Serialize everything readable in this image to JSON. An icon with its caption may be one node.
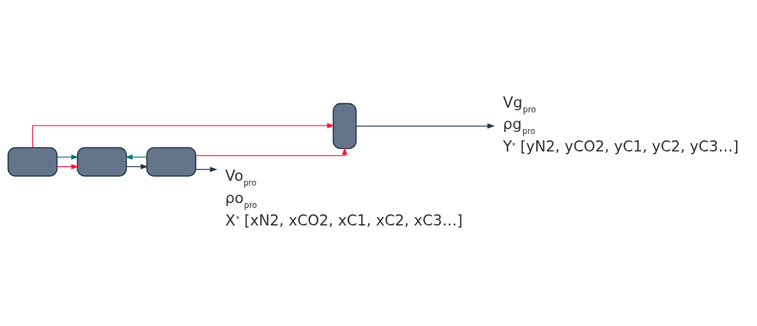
{
  "diagram": {
    "nodes": [
      {
        "text": [],
        "shape": "box"
      },
      {
        "text": [],
        "shape": "box"
      },
      {
        "text": [],
        "shape": "box"
      },
      {
        "text": [],
        "shape": "box"
      },
      {
        "text": [
          "Vg$_{pro}$",
          "ρg$_{pro}$",
          "Y$^{*}$ [yN2, yCO2, yC1, yC2, yC3…]"
        ]
      },
      {
        "text": [
          "Vo$_{pro}$",
          "ρo$_{pro}$",
          "X$^{*}$ [xN2, xCO2, xC1, xC2, xC3…]"
        ]
      }
    ],
    "edges": [
      {
        "from": 1,
        "to": 0,
        "arrow": "to",
        "color": "#ff1744"
      },
      {
        "from": 1,
        "to": 2,
        "arrow": "to",
        "color": "#ff1744"
      },
      {
        "from": 3,
        "to": 2,
        "arrow": "to",
        "color": "#00787a"
      },
      {
        "from": 1,
        "to": 2,
        "arrow": "to",
        "color": "#00787a"
      },
      {
        "from": 2,
        "to": 3,
        "arrow": "to",
        "color": "#233447"
      },
      {
        "from": 3,
        "to": 0,
        "arrow": "to",
        "color": "#ff1744"
      },
      {
        "from": 0,
        "to": 4,
        "arrow": "to",
        "color": "#233447"
      },
      {
        "from": 3,
        "to": 5,
        "arrow": "to",
        "color": "#233447"
      }
    ]
  }
}
